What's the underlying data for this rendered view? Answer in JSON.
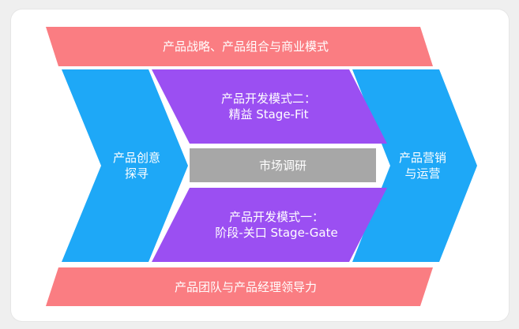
{
  "colors": {
    "band": "#fa7d82",
    "chevron": "#1ea8f7",
    "purple": "#9b4ff2",
    "gray": "#a7a7a7",
    "text": "#ffffff"
  },
  "diagram": {
    "top_band": "产品战略、产品组合与商业模式",
    "bottom_band": "产品团队与产品经理领导力",
    "left_chevron": {
      "line1": "产品创意",
      "line2": "探寻"
    },
    "right_chevron": {
      "line1": "产品营销",
      "line2": "与运营"
    },
    "mode_two": {
      "line1": "产品开发模式二：",
      "line2": "精益 Stage-Fit"
    },
    "market_research": "市场调研",
    "mode_one": {
      "line1": "产品开发模式一：",
      "line2": "阶段-关口 Stage-Gate"
    }
  }
}
